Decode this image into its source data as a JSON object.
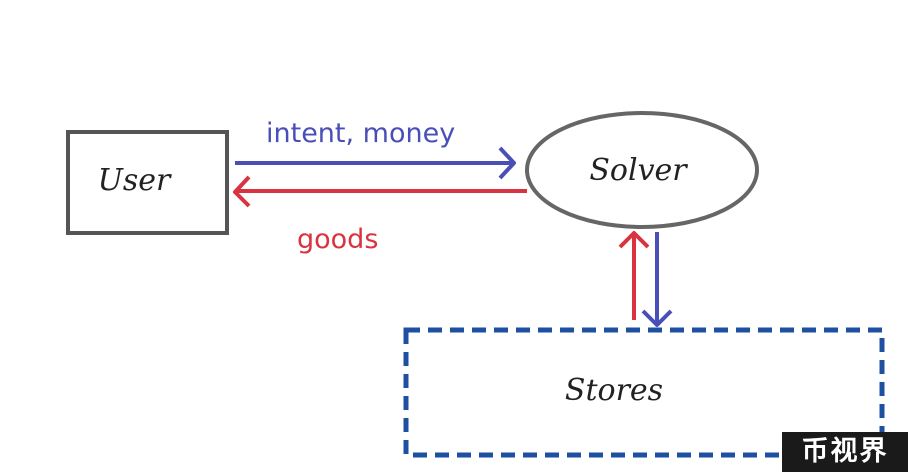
{
  "nodes": {
    "user": {
      "label": "User"
    },
    "solver": {
      "label": "Solver"
    },
    "stores": {
      "label": "Stores"
    }
  },
  "edges": {
    "user_to_solver": {
      "label": "intent, money",
      "color": "#4a4fb8"
    },
    "solver_to_user": {
      "label": "goods",
      "color": "#d93340"
    },
    "solver_to_stores": {
      "label": "",
      "color": "#4a4fb8"
    },
    "stores_to_solver": {
      "label": "",
      "color": "#d93340"
    }
  },
  "colors": {
    "node_outline": "#555555",
    "stores_outline": "#1e4fa0",
    "text": "#222222"
  },
  "watermark": {
    "text": "币视界"
  }
}
